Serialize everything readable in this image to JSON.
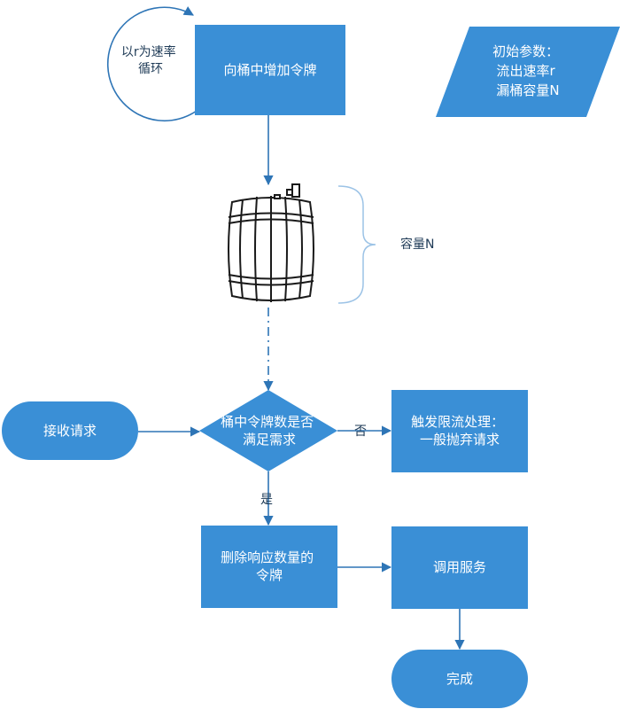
{
  "nodes": {
    "add_tokens": "向桶中增加令牌",
    "init_params": [
      "初始参数：",
      "流出速率r",
      "漏桶容量N"
    ],
    "loop_label": [
      "以r为速率",
      "循环"
    ],
    "capacity_label": "容量N",
    "receive_request": "接收请求",
    "check_tokens": [
      "桶中令牌数是否",
      "满足需求"
    ],
    "rate_limit": [
      "触发限流处理：",
      "一般抛弃请求"
    ],
    "remove_tokens": [
      "删除响应数量的",
      "令牌"
    ],
    "call_service": "调用服务",
    "done": "完成"
  },
  "edge_labels": {
    "no": "否",
    "yes": "是"
  },
  "colors": {
    "node_fill": "#3a8fd6",
    "edge": "#2e75b6",
    "brace": "#9cc3e6"
  },
  "icons": {
    "barrel": "barrel-icon"
  }
}
